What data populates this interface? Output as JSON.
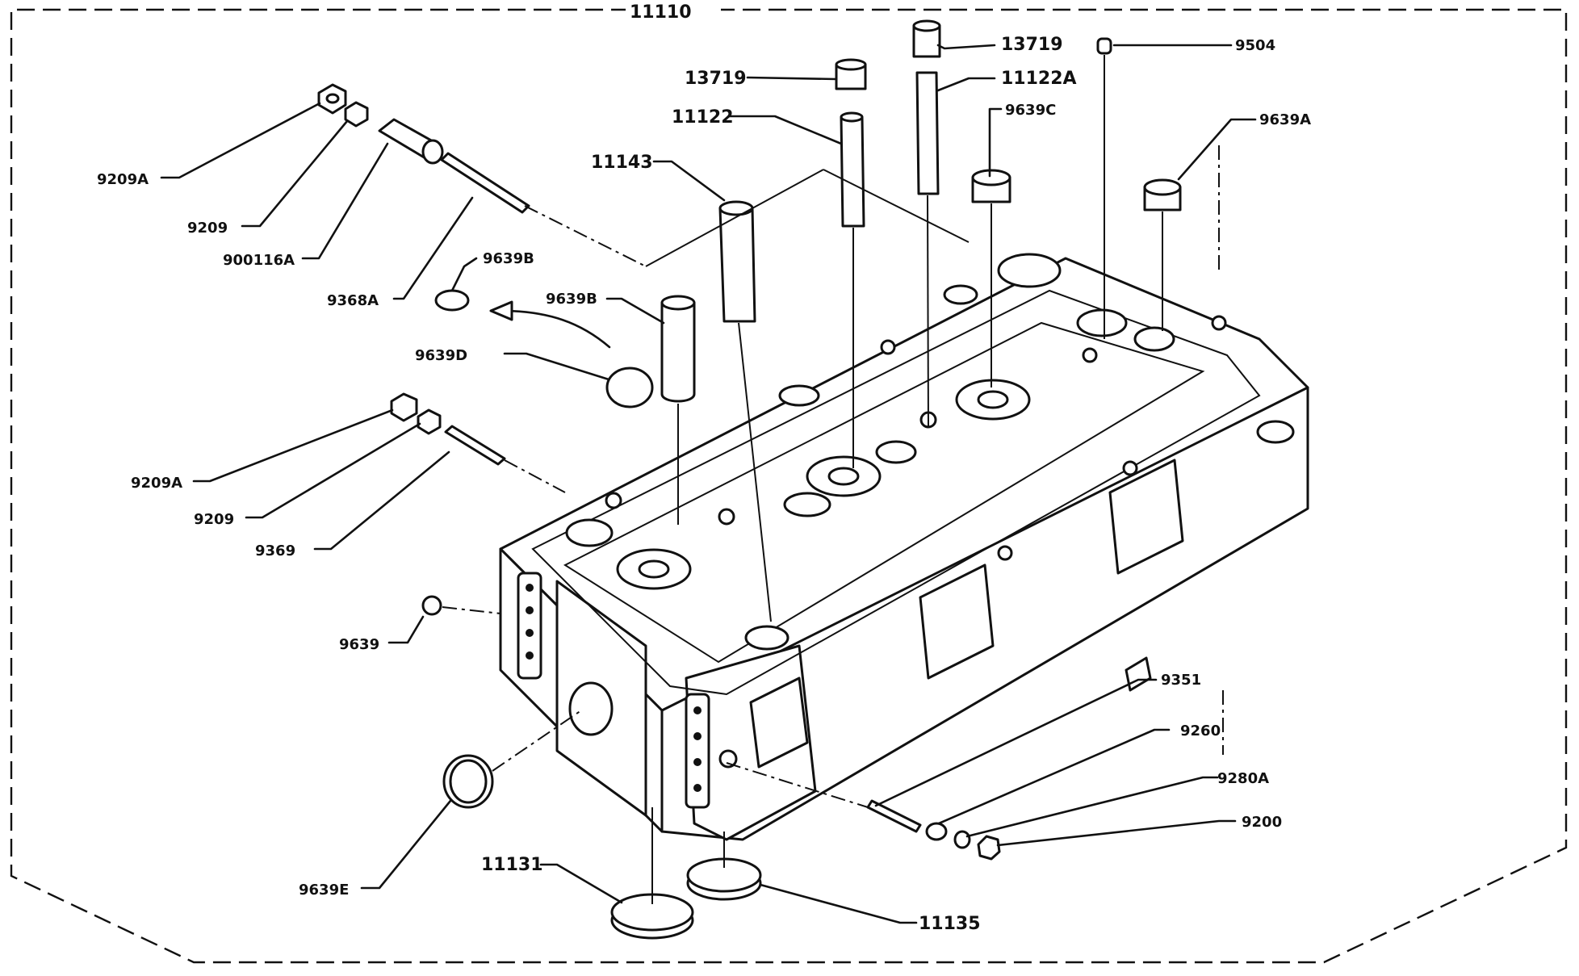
{
  "assembly": {
    "number": "11110"
  },
  "callouts": [
    {
      "id": "c-13719-a",
      "label": "13719"
    },
    {
      "id": "c-13719-b",
      "label": "13719"
    },
    {
      "id": "c-9504",
      "label": "9504"
    },
    {
      "id": "c-11122a",
      "label": "11122A"
    },
    {
      "id": "c-11122",
      "label": "11122"
    },
    {
      "id": "c-9639c",
      "label": "9639C"
    },
    {
      "id": "c-9639a",
      "label": "9639A"
    },
    {
      "id": "c-11143",
      "label": "11143"
    },
    {
      "id": "c-9209a-top",
      "label": "9209A"
    },
    {
      "id": "c-9209-top",
      "label": "9209"
    },
    {
      "id": "c-900116a",
      "label": "900116A"
    },
    {
      "id": "c-9639b-a",
      "label": "9639B"
    },
    {
      "id": "c-9368a",
      "label": "9368A"
    },
    {
      "id": "c-9639b-b",
      "label": "9639B"
    },
    {
      "id": "c-9639d",
      "label": "9639D"
    },
    {
      "id": "c-9209a-mid",
      "label": "9209A"
    },
    {
      "id": "c-9209-mid",
      "label": "9209"
    },
    {
      "id": "c-9369",
      "label": "9369"
    },
    {
      "id": "c-9639",
      "label": "9639"
    },
    {
      "id": "c-9351",
      "label": "9351"
    },
    {
      "id": "c-9260",
      "label": "9260"
    },
    {
      "id": "c-9280a",
      "label": "9280A"
    },
    {
      "id": "c-9200",
      "label": "9200"
    },
    {
      "id": "c-11131",
      "label": "11131"
    },
    {
      "id": "c-11135",
      "label": "11135"
    },
    {
      "id": "c-9639e",
      "label": "9639E"
    }
  ]
}
